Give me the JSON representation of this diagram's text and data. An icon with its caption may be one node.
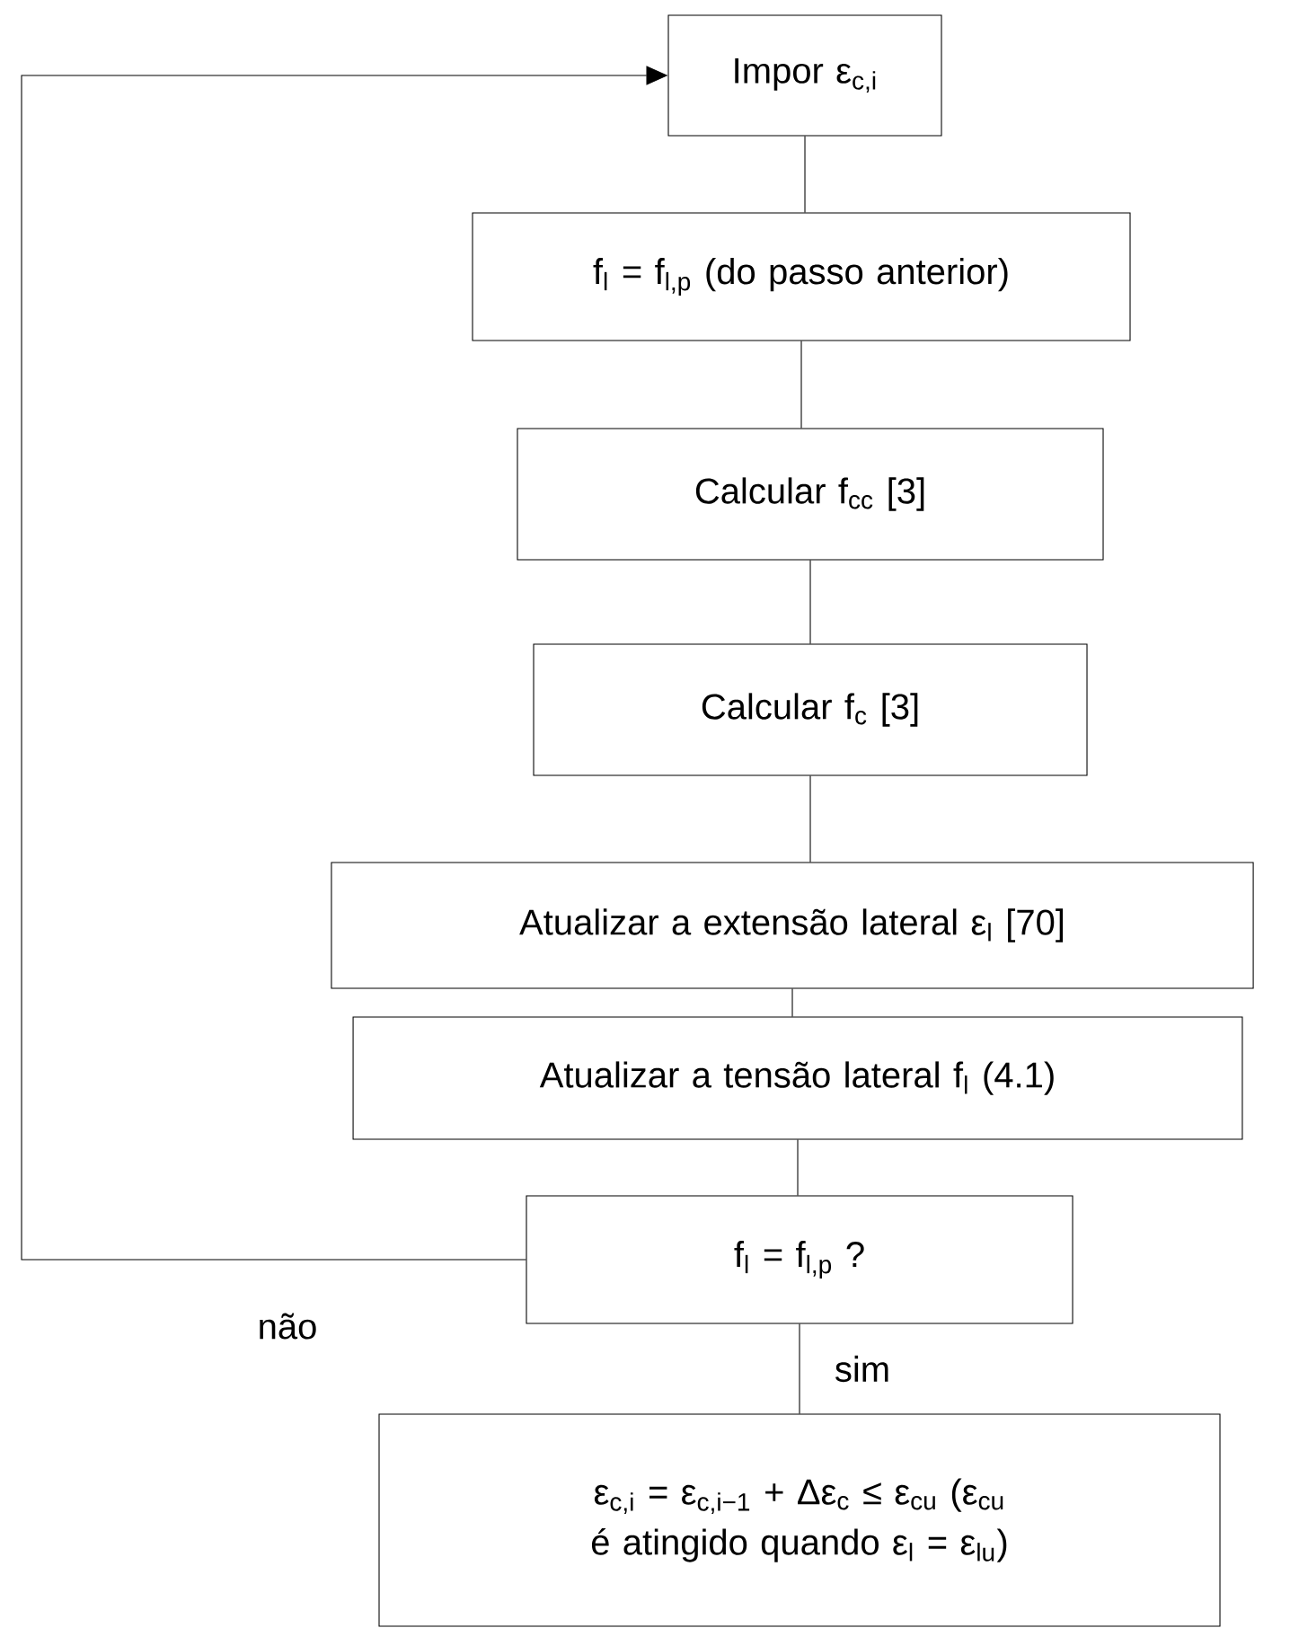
{
  "diagram": {
    "nodes": [
      {
        "text": [
          "Impor ε$_{c,i}$"
        ]
      },
      {
        "text": [
          "f$_{l}$ = f$_{l,p}$ (do passo anterior)"
        ]
      },
      {
        "text": [
          "Calcular f$_{cc}$ [3]"
        ]
      },
      {
        "text": [
          "Calcular f$_{c}$ [3]"
        ]
      },
      {
        "text": [
          "Atualizar a extensão lateral ε$_{l}$ [70]"
        ]
      },
      {
        "text": [
          "Atualizar a tensão lateral f$_{l}$ (4.1)"
        ]
      },
      {
        "text": [
          "f$_{l}$ = f$_{l,p}$ ?"
        ]
      },
      {
        "text": [
          "ε$_{c,i}$ = ε$_{c,i−1}$ + Δε$_{c}$ ≤ ε$_{cu}$ (ε$_{cu}$ é atingido quando ε$_{l}$ = ε$_{lu}$)"
        ]
      }
    ],
    "edges": [
      {
        "from": 0,
        "to": 1,
        "arrow": "none"
      },
      {
        "from": 1,
        "to": 2,
        "arrow": "none"
      },
      {
        "from": 2,
        "to": 3,
        "arrow": "none"
      },
      {
        "from": 3,
        "to": 4,
        "arrow": "none"
      },
      {
        "from": 4,
        "to": 5,
        "arrow": "none"
      },
      {
        "from": 5,
        "to": 6,
        "arrow": "none"
      },
      {
        "from": 6,
        "to": 7,
        "arrow": "none",
        "label": "sim"
      },
      {
        "from": 6,
        "to": 0,
        "arrow": "to",
        "label": "não"
      }
    ]
  }
}
